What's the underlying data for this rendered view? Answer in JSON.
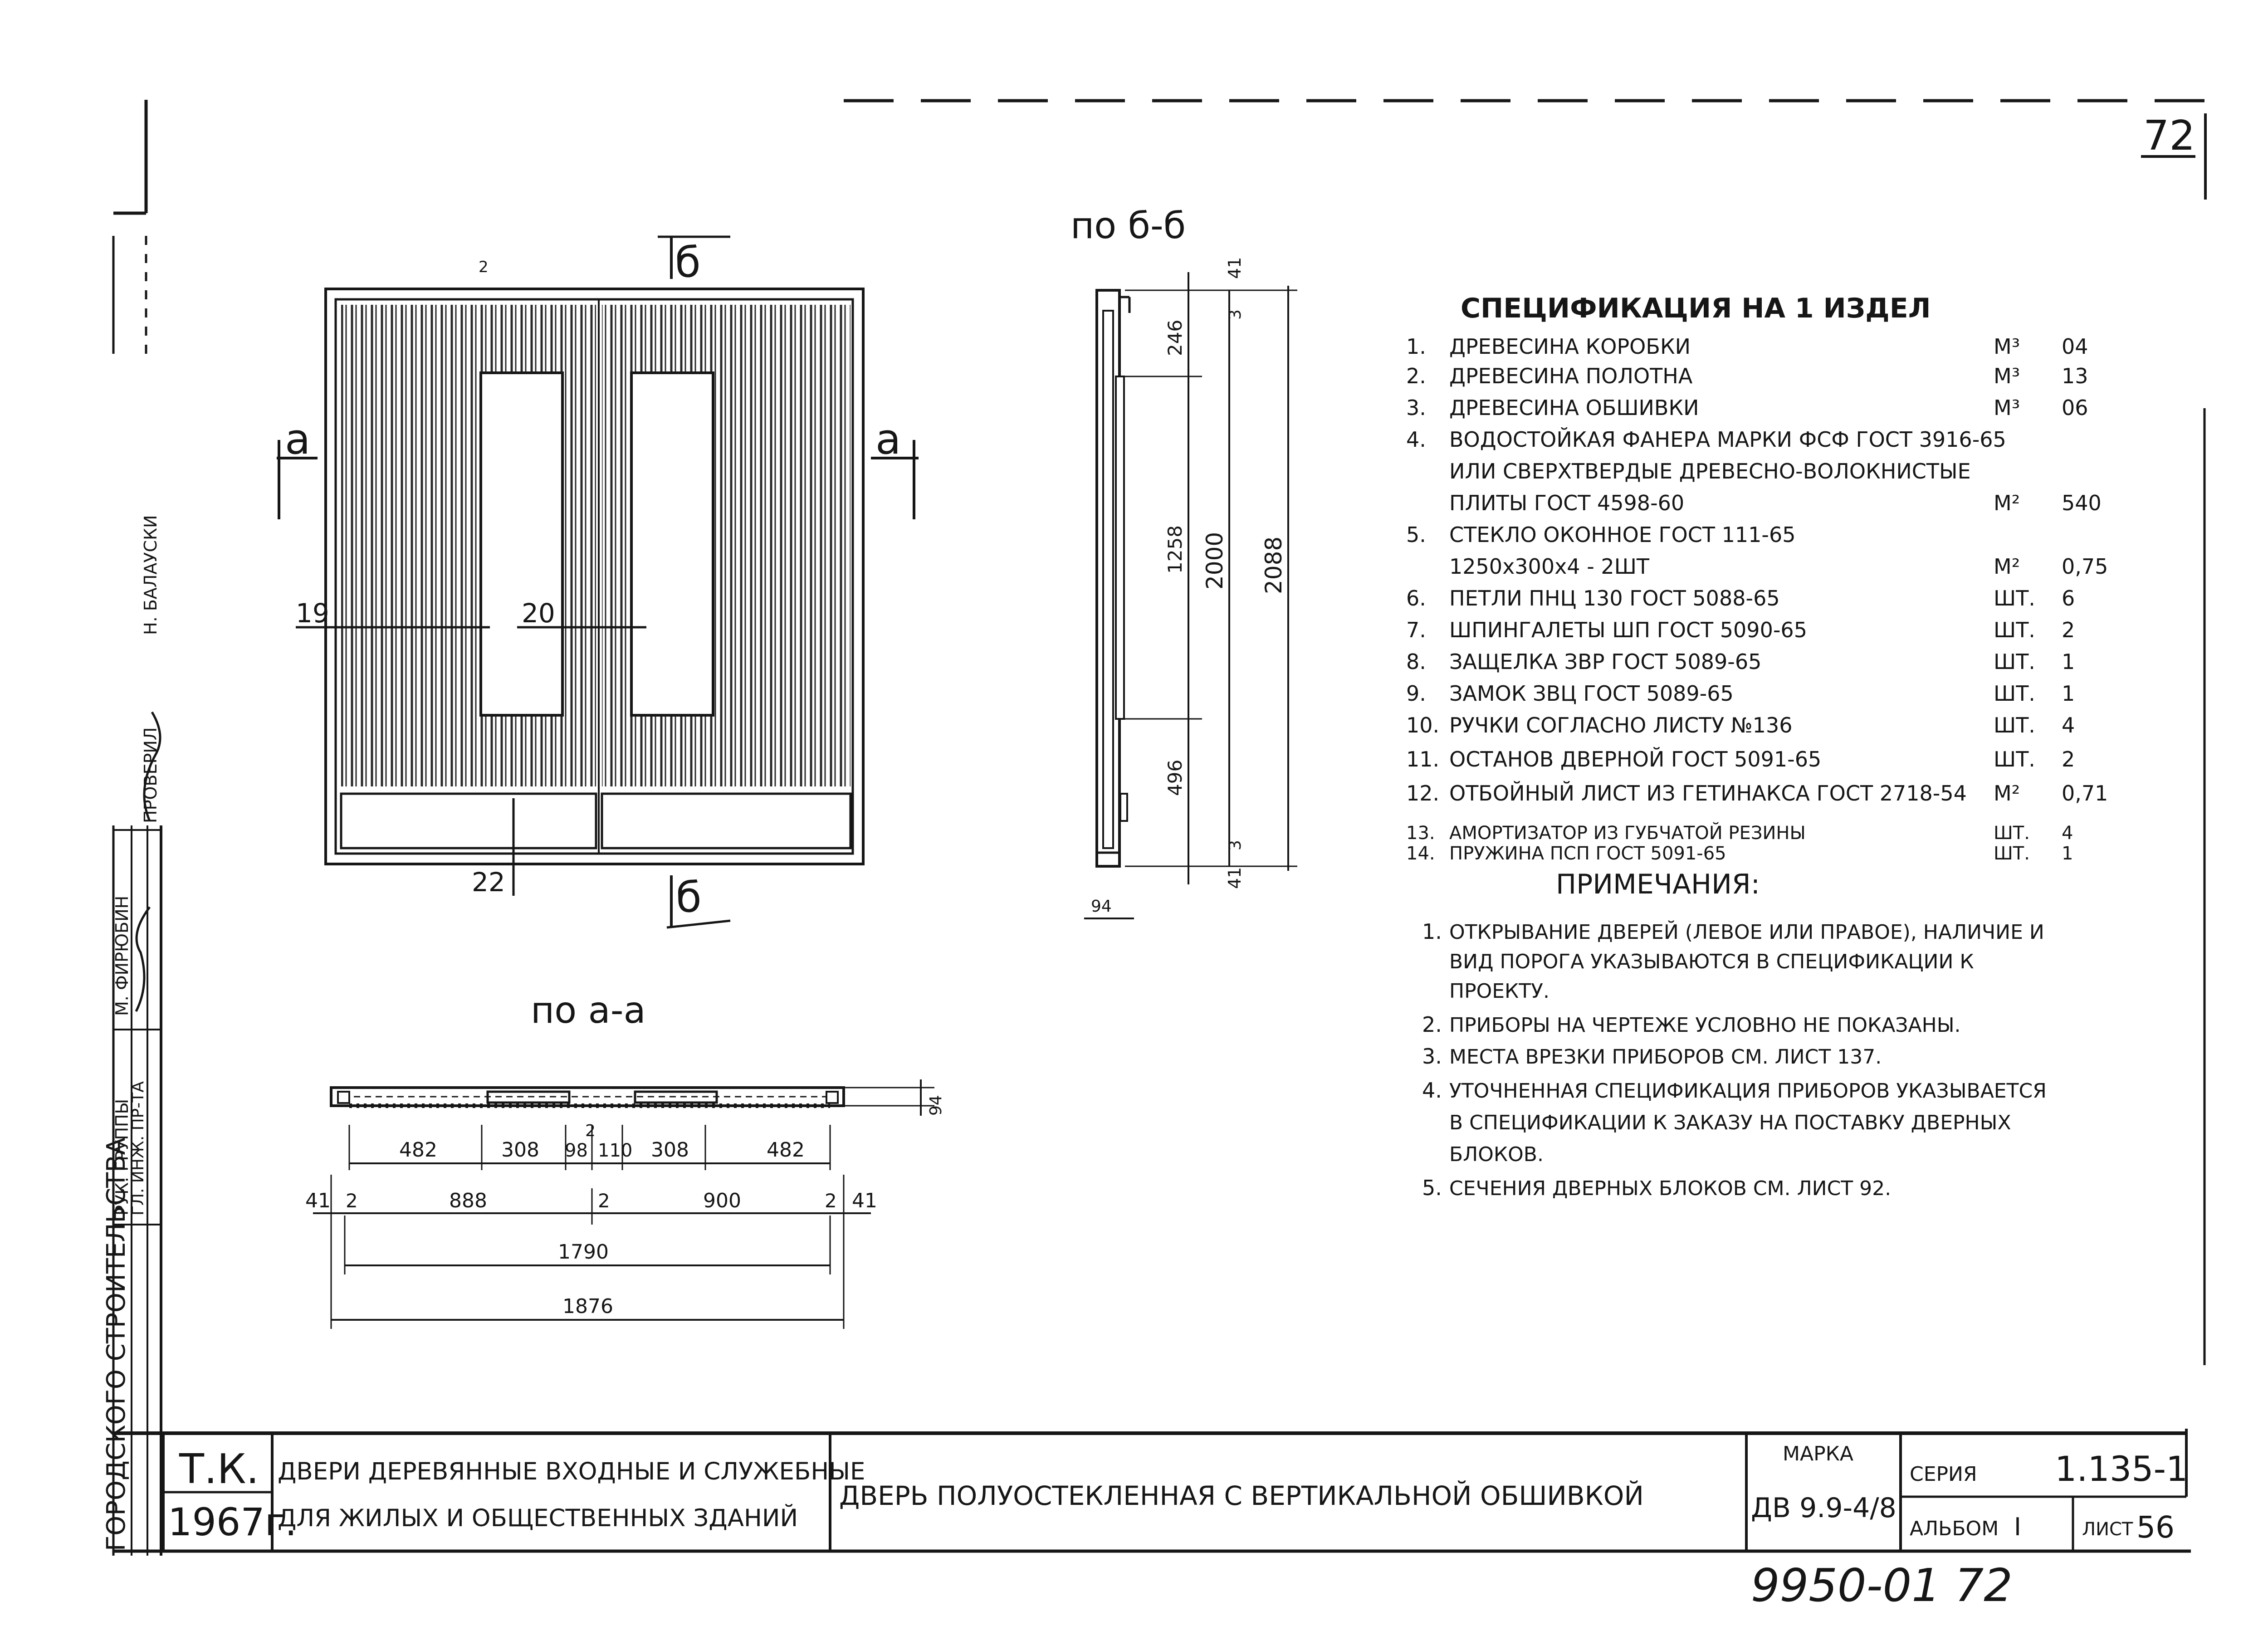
{
  "page_number": "72",
  "views": {
    "elevation": {
      "section_label": "б",
      "cut_a_label": "а",
      "top_dim": "2",
      "callouts": [
        "19",
        "20",
        "22"
      ]
    },
    "section_bb": {
      "title": "по б-б",
      "dims": [
        "41",
        "3",
        "246",
        "1258",
        "496",
        "3",
        "41",
        "2000",
        "2088",
        "94"
      ]
    },
    "section_aa": {
      "title": "по а-а",
      "dims_row1": [
        "482",
        "308",
        "98",
        "110",
        "308",
        "482",
        "2"
      ],
      "dims_row2": [
        "41",
        "2",
        "888",
        "2",
        "900",
        "2",
        "41"
      ],
      "dim_1790": "1790",
      "dim_1876": "1876",
      "dim_side": "94"
    }
  },
  "specification": {
    "title": "СПЕЦИФИКАЦИЯ НА 1 ИЗДЕЛ",
    "items": [
      {
        "n": "1.",
        "name": "ДРЕВЕСИНА КОРОБКИ",
        "unit": "М³",
        "qty": "04"
      },
      {
        "n": "2.",
        "name": "ДРЕВЕСИНА ПОЛОТНА",
        "unit": "М³",
        "qty": "13"
      },
      {
        "n": "3.",
        "name": "ДРЕВЕСИНА ОБШИВКИ",
        "unit": "М³",
        "qty": "06"
      },
      {
        "n": "4.",
        "name": "ВОДОСТОЙКАЯ ФАНЕРА МАРКИ ФСФ ГОСТ 3916-65",
        "unit": "",
        "qty": ""
      },
      {
        "n": "",
        "name": "ИЛИ СВЕРХТВЕРДЫЕ ДРЕВЕСНО-ВОЛОКНИСТЫЕ",
        "unit": "",
        "qty": ""
      },
      {
        "n": "",
        "name": "ПЛИТЫ ГОСТ 4598-60",
        "unit": "М²",
        "qty": "540"
      },
      {
        "n": "5.",
        "name": "СТЕКЛО ОКОННОЕ ГОСТ 111-65",
        "unit": "",
        "qty": ""
      },
      {
        "n": "",
        "name": "1250х300х4 - 2ШТ",
        "unit": "М²",
        "qty": "0,75"
      },
      {
        "n": "6.",
        "name": "ПЕТЛИ ПНЦ 130 ГОСТ 5088-65",
        "unit": "ШТ.",
        "qty": "6"
      },
      {
        "n": "7.",
        "name": "ШПИНГАЛЕТЫ ШП ГОСТ 5090-65",
        "unit": "ШТ.",
        "qty": "2"
      },
      {
        "n": "8.",
        "name": "ЗАЩЕЛКА ЗВР ГОСТ 5089-65",
        "unit": "ШТ.",
        "qty": "1"
      },
      {
        "n": "9.",
        "name": "ЗАМОК ЗВЦ ГОСТ 5089-65",
        "unit": "ШТ.",
        "qty": "1"
      },
      {
        "n": "10.",
        "name": "РУЧКИ СОГЛАСНО ЛИСТУ №136",
        "unit": "ШТ.",
        "qty": "4"
      },
      {
        "n": "11.",
        "name": "ОСТАНОВ ДВЕРНОЙ ГОСТ 5091-65",
        "unit": "ШТ.",
        "qty": "2"
      },
      {
        "n": "12.",
        "name": "ОТБОЙНЫЙ ЛИСТ ИЗ ГЕТИНАКСА ГОСТ 2718-54",
        "unit": "М²",
        "qty": "0,71"
      },
      {
        "n": "13.",
        "name": "АМОРТИЗАТОР ИЗ ГУБЧАТОЙ РЕЗИНЫ",
        "unit": "ШТ.",
        "qty": "4"
      },
      {
        "n": "14.",
        "name": "ПРУЖИНА ПСП ГОСТ 5091-65",
        "unit": "ШТ.",
        "qty": "1"
      }
    ]
  },
  "notes": {
    "title": "ПРИМЕЧАНИЯ:",
    "lines": [
      {
        "n": "1.",
        "text": "ОТКРЫВАНИЕ ДВЕРЕЙ (ЛЕВОЕ ИЛИ ПРАВОЕ), НАЛИЧИЕ И"
      },
      {
        "n": "",
        "text": "ВИД ПОРОГА УКАЗЫВАЮТСЯ В СПЕЦИФИКАЦИИ К"
      },
      {
        "n": "",
        "text": "ПРОЕКТУ."
      },
      {
        "n": "2.",
        "text": "ПРИБОРЫ НА ЧЕРТЕЖЕ УСЛОВНО НЕ ПОКАЗАНЫ."
      },
      {
        "n": "3.",
        "text": "МЕСТА ВРЕЗКИ ПРИБОРОВ СМ. ЛИСТ 137."
      },
      {
        "n": "4.",
        "text": "УТОЧНЕННАЯ СПЕЦИФИКАЦИЯ ПРИБОРОВ УКАЗЫВАЕТСЯ"
      },
      {
        "n": "",
        "text": "В СПЕЦИФИКАЦИИ К ЗАКАЗУ НА ПОСТАВКУ ДВЕРНЫХ"
      },
      {
        "n": "",
        "text": "БЛОКОВ."
      },
      {
        "n": "5.",
        "text": "СЕЧЕНИЯ ДВЕРНЫХ БЛОКОВ СМ. ЛИСТ 92."
      }
    ]
  },
  "left_strip": {
    "org": "ГОРОДСКОГО СТРОИТЕЛЬСТВА",
    "roles": [
      "РУК. ГРУППЫ",
      "ГЛ. ИНЖ. ПР-ТА",
      "ПРОВЕРИЛ"
    ],
    "names": [
      "М. ФИРЮБИН",
      "Н. БАЛАУСКИ"
    ]
  },
  "title_block": {
    "org_top": "Т.К.",
    "year": "1967г.",
    "series_title_1": "ДВЕРИ ДЕРЕВЯННЫЕ ВХОДНЫЕ И СЛУЖЕБНЫЕ",
    "series_title_2": "ДЛЯ ЖИЛЫХ И ОБЩЕСТВЕННЫХ ЗДАНИЙ",
    "sheet_title": "ДВЕРЬ ПОЛУОСТЕКЛЕННАЯ С ВЕРТИКАЛЬНОЙ ОБШИВКОЙ",
    "marka_label": "МАРКА",
    "marka": "ДВ 9.9-4/8",
    "seria_label": "СЕРИЯ",
    "seria": "1.135-1",
    "album_label": "АЛЬБОМ",
    "album": "I",
    "list_label": "ЛИСТ",
    "list": "56"
  },
  "archive_number": "9950-01 72"
}
